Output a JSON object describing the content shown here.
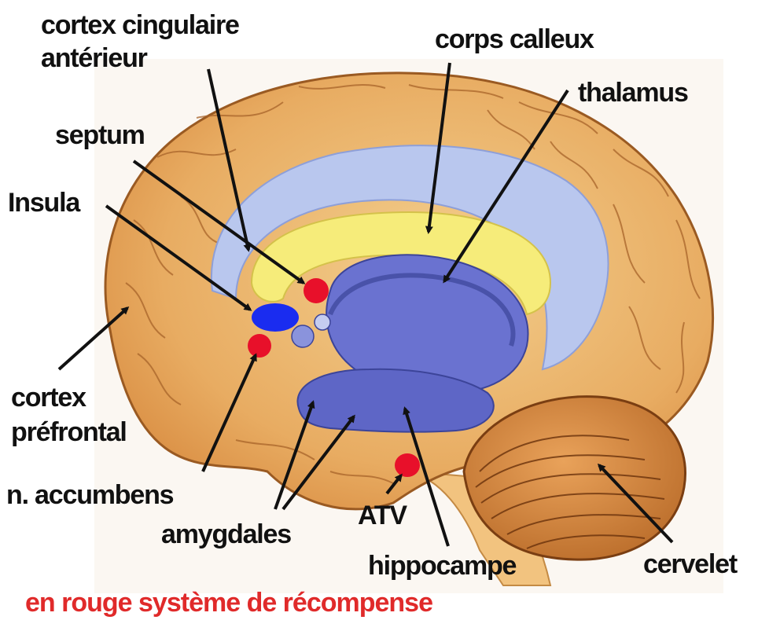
{
  "labels": {
    "cortex_cingulaire_line1": "cortex cingulaire",
    "cortex_cingulaire_line2": "antérieur",
    "septum": "septum",
    "insula": "Insula",
    "cortex_prefrontal_line1": "cortex",
    "cortex_prefrontal_line2": "préfrontal",
    "n_accumbens": "n. accumbens",
    "amygdales": "amygdales",
    "atv": "ATV",
    "hippocampe": "hippocampe",
    "cervelet": "cervelet",
    "corps_calleux": "corps calleux",
    "thalamus": "thalamus"
  },
  "caption": "en rouge système de récompense",
  "colors": {
    "caption": "#e02a2a",
    "reward_marker": "#e8102a",
    "insula_marker": "#1a2cf0",
    "cortex": "#e9b36a",
    "limbic": "#5f66c8",
    "corpus_callosum": "#f6ec7a",
    "ventricle": "#b8c6ee",
    "arrow": "#111111"
  }
}
